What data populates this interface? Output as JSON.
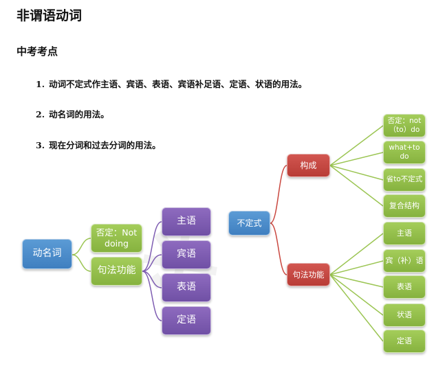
{
  "page": {
    "title": "非谓语动词",
    "subtitle": "中考考点",
    "points": [
      {
        "num": "1.",
        "text": "动词不定式作主语、宾语、表语、宾语补足语、定语、状语的用法。"
      },
      {
        "num": "2.",
        "text": "动名词的用法。"
      },
      {
        "num": "3.",
        "text": "现在分词和过去分词的用法。"
      }
    ]
  },
  "diagram_left": {
    "root": "动名词",
    "branches": [
      "否定：Not doing",
      "句法功能"
    ],
    "functions": [
      "主语",
      "宾语",
      "表语",
      "定语"
    ]
  },
  "diagram_right": {
    "root": "不定式",
    "branches": [
      "构成",
      "句法功能"
    ],
    "structure": [
      "否定：not （to）do",
      "what+to do",
      "省to不定式",
      "复合结构"
    ],
    "functions": [
      "主语",
      "宾（补）语",
      "表语",
      "状语",
      "定语"
    ]
  },
  "colors": {
    "blue": "#5b9bd5",
    "green": "#9bc553",
    "purple": "#7e5db2",
    "red": "#c9473f"
  }
}
